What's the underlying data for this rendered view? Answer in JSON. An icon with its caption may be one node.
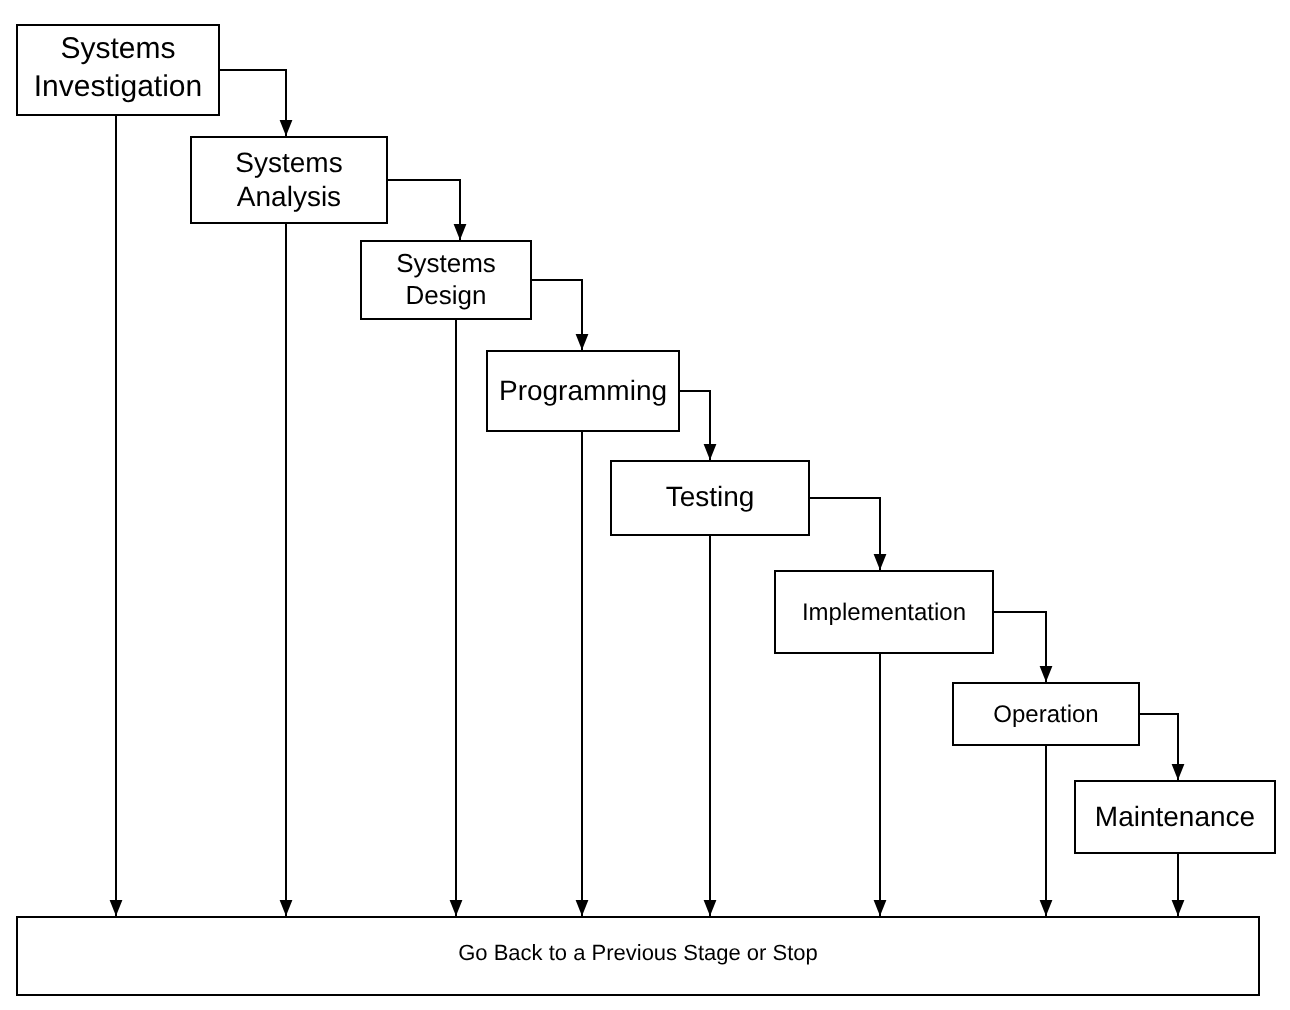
{
  "diagram": {
    "nodes": [
      {
        "text": [
          "Systems Investigation"
        ]
      },
      {
        "text": [
          "Systems Analysis"
        ]
      },
      {
        "text": [
          "Systems Design"
        ]
      },
      {
        "text": [
          "Programming"
        ]
      },
      {
        "text": [
          "Testing"
        ]
      },
      {
        "text": [
          "Implementation"
        ]
      },
      {
        "text": [
          "Operation"
        ]
      },
      {
        "text": [
          "Maintenance"
        ]
      },
      {
        "text": [
          "Go Back to a Previous Stage or Stop"
        ]
      }
    ],
    "edges": [
      {
        "from": 0,
        "to": 1,
        "arrow": "to"
      },
      {
        "from": 1,
        "to": 2,
        "arrow": "to"
      },
      {
        "from": 2,
        "to": 3,
        "arrow": "to"
      },
      {
        "from": 3,
        "to": 4,
        "arrow": "to"
      },
      {
        "from": 4,
        "to": 5,
        "arrow": "to"
      },
      {
        "from": 5,
        "to": 6,
        "arrow": "to"
      },
      {
        "from": 6,
        "to": 7,
        "arrow": "to"
      },
      {
        "from": 0,
        "to": 8,
        "arrow": "to"
      },
      {
        "from": 1,
        "to": 8,
        "arrow": "to"
      },
      {
        "from": 2,
        "to": 8,
        "arrow": "to"
      },
      {
        "from": 3,
        "to": 8,
        "arrow": "to"
      },
      {
        "from": 4,
        "to": 8,
        "arrow": "to"
      },
      {
        "from": 5,
        "to": 8,
        "arrow": "to"
      },
      {
        "from": 6,
        "to": 8,
        "arrow": "to"
      },
      {
        "from": 7,
        "to": 8,
        "arrow": "to"
      }
    ]
  }
}
